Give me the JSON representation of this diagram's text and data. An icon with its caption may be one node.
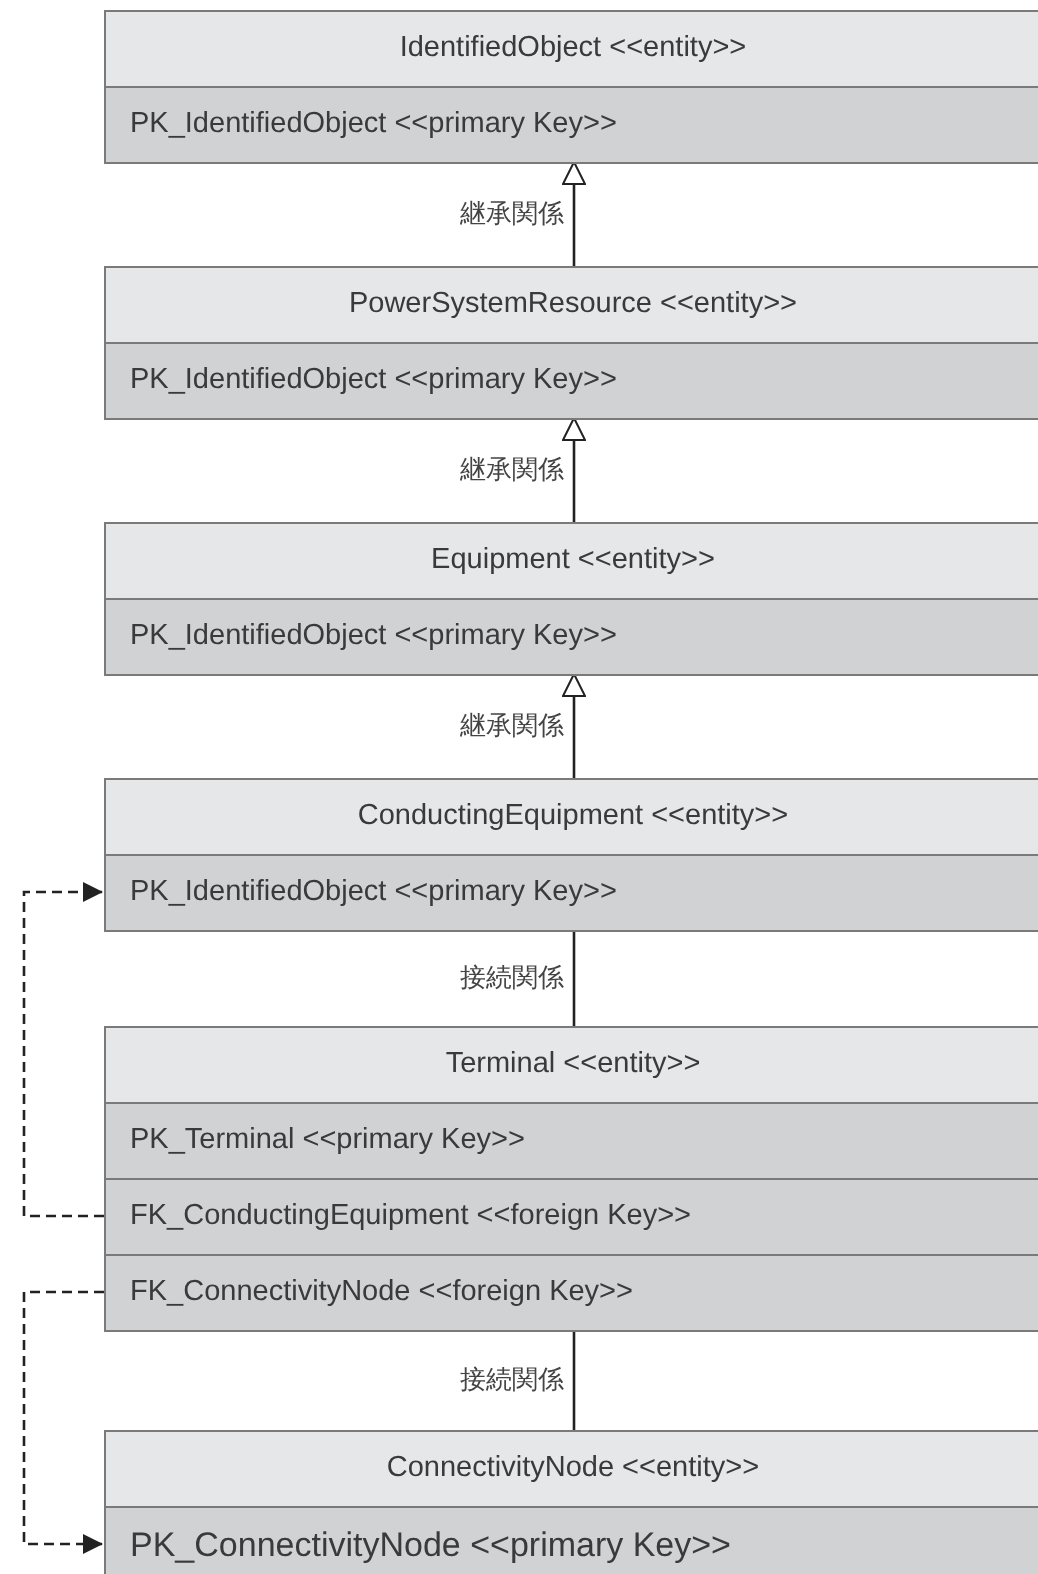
{
  "diagram": {
    "nodes": [
      {
        "text": [
          "IdentifiedObject <<entity>>"
        ]
      },
      {
        "text": [
          "PK_IdentifiedObject <<primary Key>>"
        ],
        "in": 0
      },
      {
        "text": [
          "PowerSystemResource <<entity>>"
        ]
      },
      {
        "text": [
          "PK_IdentifiedObject <<primary Key>>"
        ],
        "in": 2
      },
      {
        "text": [
          "Equipment <<entity>>"
        ]
      },
      {
        "text": [
          "PK_IdentifiedObject <<primary Key>>"
        ],
        "in": 4
      },
      {
        "text": [
          "ConductingEquipment <<entity>>"
        ]
      },
      {
        "text": [
          "PK_IdentifiedObject <<primary Key>>"
        ],
        "in": 6
      },
      {
        "text": [
          "Terminal <<entity>>"
        ]
      },
      {
        "text": [
          "PK_Terminal <<primary Key>>"
        ],
        "in": 8
      },
      {
        "text": [
          "FK_ConductingEquipment <<foreign Key>>"
        ],
        "in": 8
      },
      {
        "text": [
          "FK_ConnectivityNode <<foreign Key>>"
        ],
        "in": 8
      },
      {
        "text": [
          "ConnectivityNode <<entity>>"
        ]
      },
      {
        "text": [
          "PK_ConnectivityNode <<primary Key>>"
        ],
        "in": 12
      }
    ],
    "edges": [
      {
        "from": 2,
        "to": 0,
        "arrow": "to",
        "label": "継承関係"
      },
      {
        "from": 4,
        "to": 2,
        "arrow": "to",
        "label": "継承関係"
      },
      {
        "from": 6,
        "to": 4,
        "arrow": "to",
        "label": "継承関係"
      },
      {
        "from": 6,
        "to": 8,
        "arrow": "none",
        "label": "接続関係"
      },
      {
        "from": 10,
        "to": 7,
        "arrow": "to",
        "style": "dashed"
      },
      {
        "from": 11,
        "to": 13,
        "arrow": "to",
        "style": "dashed"
      },
      {
        "from": 8,
        "to": 12,
        "arrow": "none",
        "label": "接続関係"
      }
    ]
  }
}
